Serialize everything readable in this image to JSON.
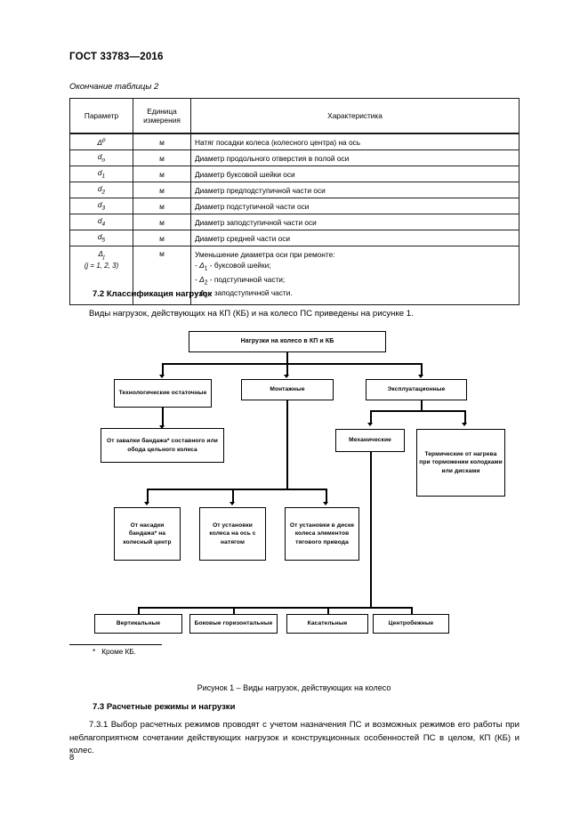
{
  "document": {
    "header": "ГОСТ 33783—2016",
    "table_caption": "Окончание таблицы 2",
    "page_number": "8"
  },
  "table": {
    "headers": {
      "parameter": "Параметр",
      "unit_line1": "Единица",
      "unit_line2": "измерения",
      "characteristic": "Характеристика"
    },
    "rows": [
      {
        "symbol": "Δ",
        "sup": "p",
        "sub": "",
        "unit": "м",
        "characteristic": "Натяг посадки колеса (колесного центра) на ось"
      },
      {
        "symbol": "d",
        "sup": "",
        "sub": "о",
        "unit": "м",
        "characteristic": "Диаметр продольного отверстия в полой оси"
      },
      {
        "symbol": "d",
        "sup": "",
        "sub": "1",
        "unit": "м",
        "characteristic": "Диаметр буксовой шейки оси"
      },
      {
        "symbol": "d",
        "sup": "",
        "sub": "2",
        "unit": "м",
        "characteristic": "Диаметр предподступичной части оси"
      },
      {
        "symbol": "d",
        "sup": "",
        "sub": "3",
        "unit": "м",
        "characteristic": "Диаметр подступичной части оси"
      },
      {
        "symbol": "d",
        "sup": "",
        "sub": "4",
        "unit": "м",
        "characteristic": "Диаметр заподступичной части оси"
      },
      {
        "symbol": "d",
        "sup": "",
        "sub": "5",
        "unit": "м",
        "characteristic": "Диаметр средней части оси"
      }
    ],
    "last_row": {
      "symbol": "Δ",
      "sub": "j",
      "note": "(j = 1, 2, 3)",
      "unit": "м",
      "lines": [
        "Уменьшение диаметра оси при ремонте:",
        "- Δ1 - буксовой шейки;",
        "- Δ2 - подступичной части;",
        "- Δ3 - заподступичной части."
      ]
    }
  },
  "section_7_2": {
    "heading": "7.2 Классификация нагрузок",
    "paragraph": "Виды нагрузок, действующих на КП (КБ) и на колесо ПС приведены на рисунке 1."
  },
  "flowchart": {
    "root": "Нагрузки на колесо в КП и КБ",
    "level2": [
      "Технологические остаточные",
      "Монтажные",
      "Эксплуатационные"
    ],
    "level3": [
      "От завалки бандажа* составного или обода цельного колеса",
      "Механические",
      "Термические от нагрева при торможении колодками или дисками"
    ],
    "level4": [
      "От насадки бандажа* на колесный центр",
      "От установки колеса на ось с натягом",
      "От установки в диске колеса элементов тягового привода"
    ],
    "level5": [
      "Вертикальные",
      "Боковые горизонтальные",
      "Касательные",
      "Центробежные"
    ],
    "footnote_marker": "*",
    "footnote_text": "Кроме КБ.",
    "figure_caption": "Рисунок 1 – Виды нагрузок, действующих на колесо"
  },
  "section_7_3": {
    "heading": "7.3 Расчетные режимы и нагрузки",
    "paragraph": "7.3.1 Выбор расчетных режимов проводят с учетом назначения ПС и возможных режимов его работы при неблагоприятном сочетании действующих нагрузок и конструкционных особенностей ПС в целом, КП (КБ) и колес."
  }
}
